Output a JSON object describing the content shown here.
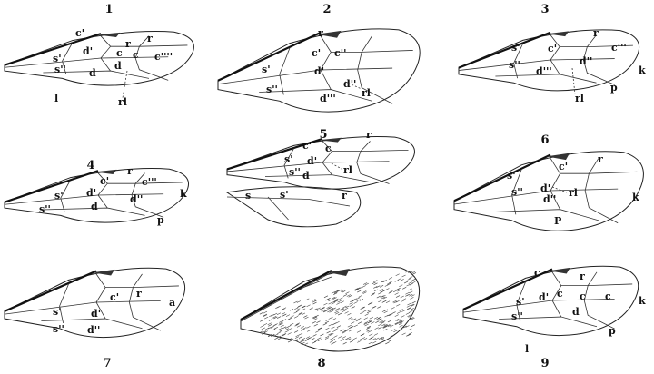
{
  "figures": [
    {
      "number": "1",
      "labels": [
        "c'",
        "r",
        "r",
        "c",
        "c",
        "c''''",
        "s'",
        "s''",
        "d'",
        "d",
        "d",
        "l",
        "rl"
      ]
    },
    {
      "number": "2",
      "labels": [
        "r",
        "c'",
        "c''",
        "s'",
        "d'",
        "d''",
        "s''",
        "d'''",
        "rl"
      ]
    },
    {
      "number": "3",
      "labels": [
        "s'",
        "c'",
        "c'''",
        "r",
        "s''",
        "d'''",
        "d''",
        "k",
        "p",
        "rl"
      ]
    },
    {
      "number": "4",
      "labels": [
        "c'",
        "r",
        "c'''",
        "s'",
        "d'",
        "d''",
        "s''",
        "d",
        "k",
        "p"
      ]
    },
    {
      "number": "5",
      "labels": [
        "c'",
        "c",
        "r",
        "s'",
        "d'",
        "s''",
        "d",
        "rl",
        "s",
        "s'",
        "r"
      ]
    },
    {
      "number": "6",
      "labels": [
        "s'",
        "c'",
        "r",
        "d'",
        "d''",
        "s''",
        "rl",
        "k",
        "P"
      ]
    },
    {
      "number": "7",
      "labels": [
        "c'",
        "r",
        "a",
        "s'",
        "d'",
        "s''",
        "d''"
      ]
    },
    {
      "number": "8",
      "labels": []
    },
    {
      "number": "9",
      "labels": [
        "c",
        "r",
        "s'",
        "d'",
        "c",
        "c",
        "c",
        "d",
        "s''",
        "l",
        "k",
        "p"
      ]
    }
  ]
}
